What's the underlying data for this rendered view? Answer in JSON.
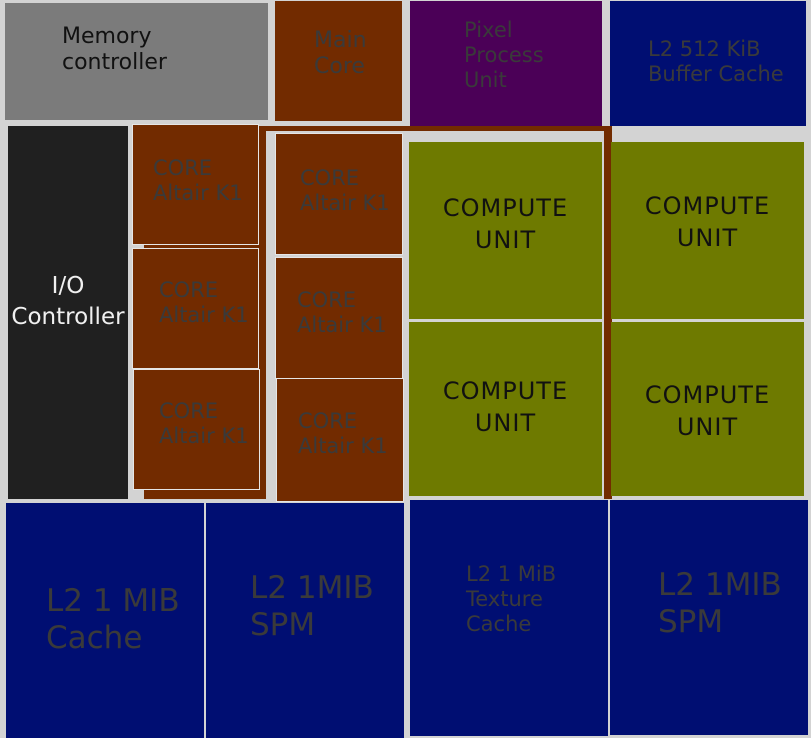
{
  "blocks": {
    "memory_controller": "Memory\ncontroller",
    "main_core": "Main\nCore",
    "pixel_process_unit": "Pixel\nProcess\nUnit",
    "l2_buffer_cache": "L2 512 KiB\nBuffer Cache",
    "io_controller": "I/O\nController",
    "cores": [
      "CORE\nAltair K1",
      "CORE\nAltair K1",
      "CORE\nAltair K1",
      "CORE\nAltair K1",
      "CORE\nAltair K1",
      "CORE\nAltair K1"
    ],
    "compute_units": [
      "COMPUTE\nUNIT",
      "COMPUTE\nUNIT",
      "COMPUTE\nUNIT",
      "COMPUTE\nUNIT"
    ],
    "l2_cache": "L2 1 MIB\nCache",
    "l2_spm_left": "L2 1MIB\nSPM",
    "l2_texture_cache": "L2 1 MiB\nTexture\nCache",
    "l2_spm_right": "L2 1MIB\nSPM"
  },
  "colors": {
    "background": "#d3d3d3",
    "memory_controller": "#7b7b7b",
    "core": "#722b00",
    "pixel_unit": "#4b0057",
    "cache": "#000e72",
    "io_controller": "#202020",
    "compute_unit": "#6e7a00"
  }
}
